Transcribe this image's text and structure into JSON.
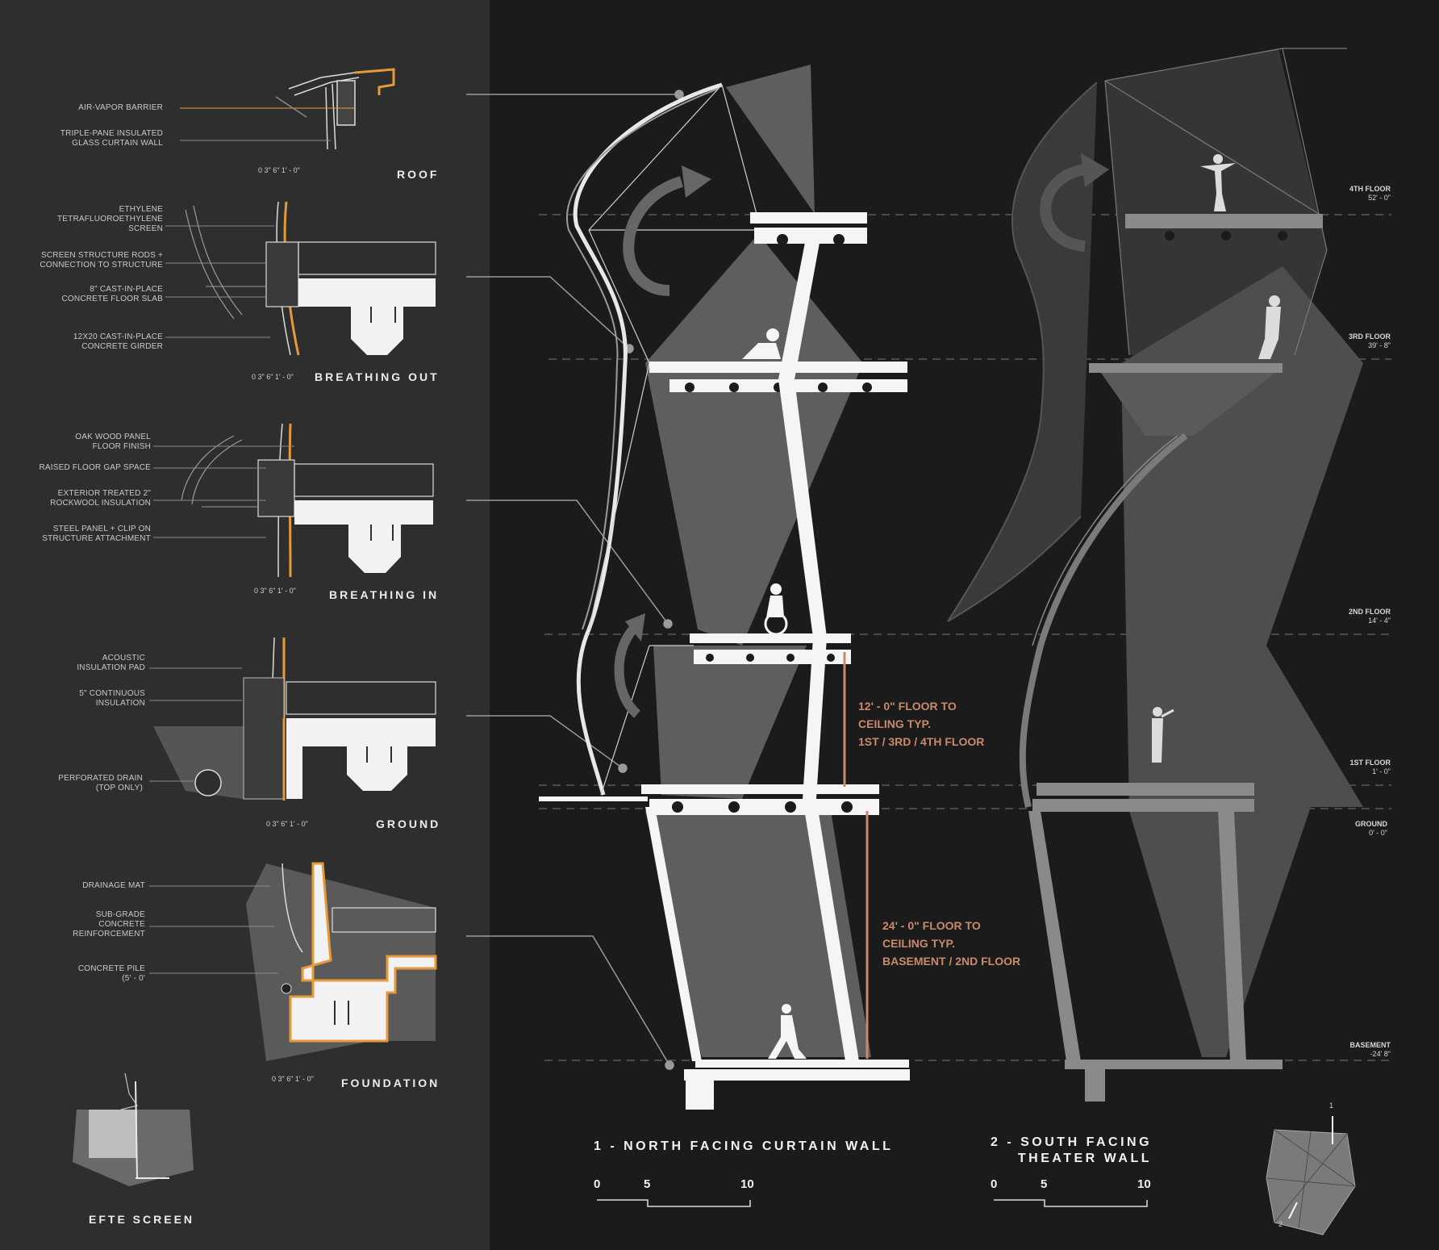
{
  "details": [
    {
      "title": "ROOF",
      "scale": "0 3\" 6\" 1' - 0\"",
      "callouts": [
        "AIR-VAPOR BARRIER",
        "TRIPLE-PANE INSULATED\nGLASS CURTAIN WALL"
      ]
    },
    {
      "title": "BREATHING OUT",
      "scale": "0 3\" 6\" 1' - 0\"",
      "callouts": [
        "ETHYLENE\nTETRAFLUOROETHYLENE\nSCREEN",
        "SCREEN STRUCTURE RODS +\nCONNECTION TO STRUCTURE",
        "8\" CAST-IN-PLACE\nCONCRETE FLOOR SLAB",
        "12X20 CAST-IN-PLACE\nCONCRETE GIRDER"
      ]
    },
    {
      "title": "BREATHING IN",
      "scale": "0 3\" 6\" 1' - 0\"",
      "callouts": [
        "OAK WOOD PANEL\nFLOOR FINISH",
        "RAISED FLOOR GAP SPACE",
        "EXTERIOR TREATED 2\"\nROCKWOOL INSULATION",
        "STEEL PANEL + CLIP ON\nSTRUCTURE ATTACHMENT"
      ]
    },
    {
      "title": "GROUND",
      "scale": "0 3\" 6\" 1' - 0\"",
      "callouts": [
        "ACOUSTIC\nINSULATION PAD",
        "5\" CONTINUOUS\nINSULATION",
        "PERFORATED DRAIN\n(TOP ONLY)"
      ]
    },
    {
      "title": "FOUNDATION",
      "scale": "0 3\" 6\" 1' - 0\"",
      "callouts": [
        "DRAINAGE MAT",
        "SUB-GRADE\nCONCRETE\nREINFORCEMENT",
        "CONCRETE PILE\n(5' - 0'"
      ]
    }
  ],
  "efte_title": "EFTE SCREEN",
  "floors": [
    {
      "name": "4TH FLOOR",
      "elev": "52' - 0\""
    },
    {
      "name": "3RD FLOOR",
      "elev": "39' - 8\""
    },
    {
      "name": "2ND FLOOR",
      "elev": "14' - 4\""
    },
    {
      "name": "1ST FLOOR",
      "elev": "1' - 0\""
    },
    {
      "name": "GROUND",
      "elev": "0' - 0\""
    },
    {
      "name": "BASEMENT",
      "elev": "-24' 8\""
    }
  ],
  "dims": {
    "upper": [
      "12' - 0\" FLOOR TO",
      "CEILING TYP.",
      "1ST / 3RD / 4TH FLOOR"
    ],
    "lower": [
      "24' - 0\" FLOOR TO",
      "CEILING TYP.",
      "BASEMENT / 2ND FLOOR"
    ]
  },
  "sections": [
    {
      "title": "1 - NORTH FACING CURTAIN WALL",
      "scale": [
        "0",
        "5",
        "10"
      ]
    },
    {
      "title": "2 - SOUTH FACING",
      "title2": "THEATER WALL",
      "scale": [
        "0",
        "5",
        "10"
      ]
    }
  ],
  "keyplan": {
    "marker1": "1",
    "marker2": "2"
  },
  "colors": {
    "accent": "#e59a3a",
    "dimension": "#c98a6c",
    "panel": "#2e2e2e",
    "background": "#1b1b1b"
  }
}
